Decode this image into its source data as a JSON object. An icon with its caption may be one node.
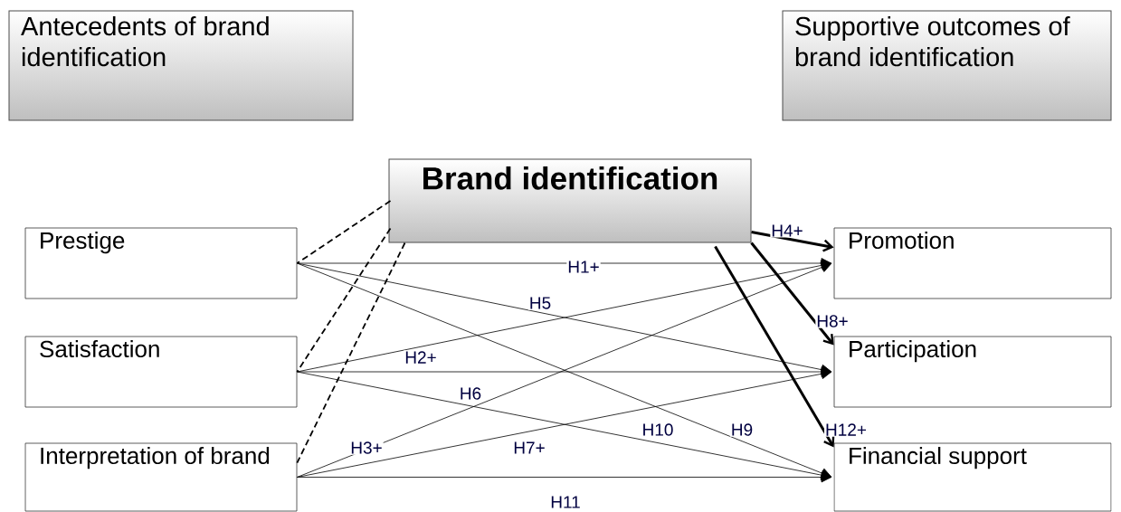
{
  "diagram": {
    "nodes": [
      {
        "text": [
          "Antecedents of brand identification"
        ]
      },
      {
        "text": [
          "Supportive outcomes of brand identification"
        ]
      },
      {
        "text": [
          "Brand identification"
        ]
      },
      {
        "text": [
          "Prestige"
        ]
      },
      {
        "text": [
          "Satisfaction"
        ]
      },
      {
        "text": [
          "Interpretation of brand"
        ]
      },
      {
        "text": [
          "Promotion"
        ]
      },
      {
        "text": [
          "Participation"
        ]
      },
      {
        "text": [
          "Financial support"
        ]
      }
    ],
    "edges": [
      {
        "from": 2,
        "to": 3,
        "arrow": "none",
        "style": "dashed"
      },
      {
        "from": 2,
        "to": 4,
        "arrow": "none",
        "style": "dashed"
      },
      {
        "from": 2,
        "to": 5,
        "arrow": "none",
        "style": "dashed"
      },
      {
        "from": 3,
        "to": 6,
        "arrow": "to",
        "label": "H1+"
      },
      {
        "from": 3,
        "to": 7,
        "arrow": "to",
        "label": "H5"
      },
      {
        "from": 3,
        "to": 8,
        "arrow": "to",
        "label": "H9"
      },
      {
        "from": 4,
        "to": 6,
        "arrow": "to",
        "label": "H2+"
      },
      {
        "from": 4,
        "to": 7,
        "arrow": "to",
        "label": "H6"
      },
      {
        "from": 4,
        "to": 8,
        "arrow": "to",
        "label": "H10"
      },
      {
        "from": 5,
        "to": 6,
        "arrow": "to",
        "label": "H3+"
      },
      {
        "from": 5,
        "to": 7,
        "arrow": "to",
        "label": "H7+"
      },
      {
        "from": 5,
        "to": 8,
        "arrow": "to",
        "label": "H11"
      },
      {
        "from": 2,
        "to": 6,
        "arrow": "to",
        "label": "H4+",
        "style": "thick"
      },
      {
        "from": 2,
        "to": 7,
        "arrow": "to",
        "label": "H8+",
        "style": "thick"
      },
      {
        "from": 2,
        "to": 8,
        "arrow": "to",
        "label": "H12+",
        "style": "thick"
      }
    ]
  }
}
